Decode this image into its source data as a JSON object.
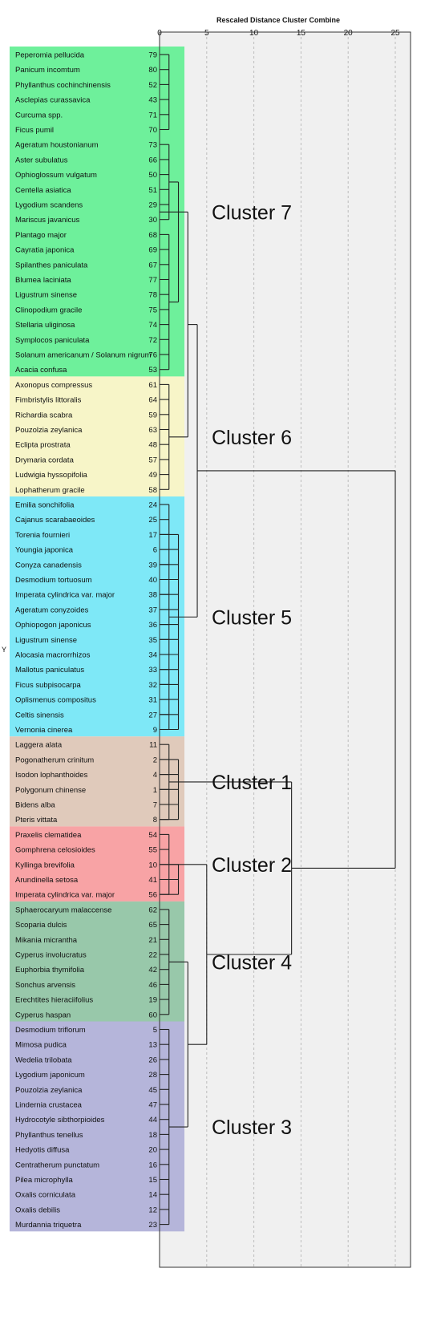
{
  "chart_data": {
    "type": "dendrogram",
    "title": "Rescaled Distance Cluster Combine",
    "y_axis_label": "Y",
    "xlim": [
      0,
      25
    ],
    "x_ticks": [
      0,
      5,
      10,
      15,
      20,
      25
    ],
    "grid": true,
    "leaves": [
      {
        "label": "Peperomia pellucida",
        "case": 79
      },
      {
        "label": "Panicum incomtum",
        "case": 80
      },
      {
        "label": "Phyllanthus cochinchinensis",
        "case": 52
      },
      {
        "label": "Asclepias curassavica",
        "case": 43
      },
      {
        "label": "Curcuma spp.",
        "case": 71
      },
      {
        "label": "Ficus pumil",
        "case": 70
      },
      {
        "label": "Ageratum houstonianum",
        "case": 73
      },
      {
        "label": "Aster subulatus",
        "case": 66
      },
      {
        "label": "Ophioglossum vulgatum",
        "case": 50
      },
      {
        "label": "Centella asiatica",
        "case": 51
      },
      {
        "label": "Lygodium scandens",
        "case": 29
      },
      {
        "label": "Mariscus javanicus",
        "case": 30
      },
      {
        "label": "Plantago major",
        "case": 68
      },
      {
        "label": "Cayratia japonica",
        "case": 69
      },
      {
        "label": "Spilanthes paniculata",
        "case": 67
      },
      {
        "label": "Blumea laciniata",
        "case": 77
      },
      {
        "label": "Ligustrum sinense",
        "case": 78
      },
      {
        "label": "Clinopodium gracile",
        "case": 75
      },
      {
        "label": "Stellaria uliginosa",
        "case": 74
      },
      {
        "label": "Symplocos paniculata",
        "case": 72
      },
      {
        "label": "Solanum americanum  / Solanum nigrum",
        "case": 76
      },
      {
        "label": "Acacia confusa",
        "case": 53
      },
      {
        "label": "Axonopus compressus",
        "case": 61
      },
      {
        "label": "Fimbristylis littoralis",
        "case": 64
      },
      {
        "label": "Richardia scabra",
        "case": 59
      },
      {
        "label": "Pouzolzia zeylanica",
        "case": 63
      },
      {
        "label": "Eclipta prostrata",
        "case": 48
      },
      {
        "label": "Drymaria cordata",
        "case": 57
      },
      {
        "label": "Ludwigia hyssopifolia",
        "case": 49
      },
      {
        "label": "Lophatherum gracile",
        "case": 58
      },
      {
        "label": "Emilia sonchifolia",
        "case": 24
      },
      {
        "label": "Cajanus scarabaeoides",
        "case": 25
      },
      {
        "label": "Torenia fournieri",
        "case": 17
      },
      {
        "label": "Youngia japonica",
        "case": 6
      },
      {
        "label": "Conyza canadensis",
        "case": 39
      },
      {
        "label": "Desmodium tortuosum",
        "case": 40
      },
      {
        "label": "Imperata cylindrica var. major",
        "case": 38
      },
      {
        "label": "Ageratum conyzoides",
        "case": 37
      },
      {
        "label": "Ophiopogon japonicus",
        "case": 36
      },
      {
        "label": "Ligustrum sinense",
        "case": 35
      },
      {
        "label": "Alocasia macrorrhizos",
        "case": 34
      },
      {
        "label": "Mallotus paniculatus",
        "case": 33
      },
      {
        "label": "Ficus subpisocarpa",
        "case": 32
      },
      {
        "label": "Oplismenus compositus",
        "case": 31
      },
      {
        "label": "Celtis sinensis",
        "case": 27
      },
      {
        "label": "Vernonia cinerea",
        "case": 9
      },
      {
        "label": "Laggera alata",
        "case": 11
      },
      {
        "label": "Pogonatherum crinitum",
        "case": 2
      },
      {
        "label": "Isodon lophanthoides",
        "case": 4
      },
      {
        "label": "Polygonum chinense",
        "case": 1
      },
      {
        "label": "Bidens alba",
        "case": 7
      },
      {
        "label": "Pteris vittata",
        "case": 8
      },
      {
        "label": "Praxelis clematidea",
        "case": 54
      },
      {
        "label": "Gomphrena celosioides",
        "case": 55
      },
      {
        "label": "Kyllinga brevifolia",
        "case": 10
      },
      {
        "label": "Arundinella setosa",
        "case": 41
      },
      {
        "label": "Imperata cylindrica var. major",
        "case": 56
      },
      {
        "label": "Sphaerocaryum malaccense",
        "case": 62
      },
      {
        "label": "Scoparia dulcis",
        "case": 65
      },
      {
        "label": "Mikania micrantha",
        "case": 21
      },
      {
        "label": "Cyperus involucratus",
        "case": 22
      },
      {
        "label": "Euphorbia thymifolia",
        "case": 42
      },
      {
        "label": "Sonchus arvensis",
        "case": 46
      },
      {
        "label": "Erechtites hieraciifolius",
        "case": 19
      },
      {
        "label": "Cyperus haspan",
        "case": 60
      },
      {
        "label": "Desmodium triflorum",
        "case": 5
      },
      {
        "label": "Mimosa pudica",
        "case": 13
      },
      {
        "label": "Wedelia trilobata",
        "case": 26
      },
      {
        "label": "Lygodium japonicum",
        "case": 28
      },
      {
        "label": "Pouzolzia zeylanica",
        "case": 45
      },
      {
        "label": "Lindernia crustacea",
        "case": 47
      },
      {
        "label": "Hydrocotyle sibthorpioides",
        "case": 44
      },
      {
        "label": "Phyllanthus tenellus",
        "case": 18
      },
      {
        "label": "Hedyotis diffusa",
        "case": 20
      },
      {
        "label": "Centratherum punctatum",
        "case": 16
      },
      {
        "label": "Pilea microphylla",
        "case": 15
      },
      {
        "label": "Oxalis corniculata",
        "case": 14
      },
      {
        "label": "Oxalis debilis",
        "case": 12
      },
      {
        "label": "Murdannia triquetra",
        "case": 23
      }
    ],
    "clusters": [
      {
        "name": "Cluster 7",
        "from": 0,
        "to": 21,
        "color": "#6ef09b"
      },
      {
        "name": "Cluster 6",
        "from": 22,
        "to": 29,
        "color": "#f7f5c8"
      },
      {
        "name": "Cluster 5",
        "from": 30,
        "to": 45,
        "color": "#7ee8f7"
      },
      {
        "name": "Cluster 1",
        "from": 46,
        "to": 51,
        "color": "#e0cabb"
      },
      {
        "name": "Cluster 2",
        "from": 52,
        "to": 56,
        "color": "#f8a3a5"
      },
      {
        "name": "Cluster 4",
        "from": 57,
        "to": 64,
        "color": "#98c8aa"
      },
      {
        "name": "Cluster 3",
        "from": 65,
        "to": 78,
        "color": "#b5b5da"
      }
    ],
    "merges": [
      {
        "height": 1,
        "children": [
          {
            "from": 0,
            "to": 5
          }
        ]
      },
      {
        "height": 1,
        "children": [
          {
            "from": 6,
            "to": 11
          }
        ]
      },
      {
        "height": 1,
        "children": [
          {
            "from": 12,
            "to": 21
          }
        ]
      },
      {
        "height": 2,
        "children": [
          {
            "from": 6,
            "to": 11
          },
          {
            "from": 12,
            "to": 21
          }
        ]
      },
      {
        "height": 1,
        "children": [
          {
            "from": 22,
            "to": 29
          }
        ]
      },
      {
        "height": 3,
        "children": [
          {
            "from": 0,
            "to": 21
          },
          {
            "from": 22,
            "to": 29
          }
        ]
      },
      {
        "height": 1,
        "children": [
          {
            "from": 30,
            "to": 45
          }
        ]
      },
      {
        "height": 2,
        "children": [
          {
            "from": 32,
            "to": 45
          }
        ]
      },
      {
        "height": 4,
        "children": [
          {
            "from": 0,
            "to": 29
          },
          {
            "from": 30,
            "to": 45
          }
        ]
      },
      {
        "height": 1,
        "children": [
          {
            "from": 46,
            "to": 51
          }
        ]
      },
      {
        "height": 2,
        "children": [
          {
            "from": 47,
            "to": 51
          }
        ]
      },
      {
        "height": 1,
        "children": [
          {
            "from": 52,
            "to": 56
          }
        ]
      },
      {
        "height": 2,
        "children": [
          {
            "from": 54,
            "to": 56
          }
        ]
      },
      {
        "height": 1,
        "children": [
          {
            "from": 57,
            "to": 64
          }
        ]
      },
      {
        "height": 1,
        "children": [
          {
            "from": 65,
            "to": 78
          }
        ]
      },
      {
        "height": 2,
        "children": [
          {
            "from": 65,
            "to": 78
          }
        ]
      },
      {
        "height": 3,
        "children": [
          {
            "from": 57,
            "to": 64
          },
          {
            "from": 65,
            "to": 78
          }
        ]
      },
      {
        "height": 5,
        "children": [
          {
            "from": 52,
            "to": 56
          },
          {
            "from": 57,
            "to": 78
          }
        ]
      },
      {
        "height": 14,
        "children": [
          {
            "from": 46,
            "to": 51
          },
          {
            "from": 52,
            "to": 78
          }
        ]
      },
      {
        "height": 25,
        "children": [
          {
            "from": 0,
            "to": 45
          },
          {
            "from": 46,
            "to": 78
          }
        ]
      }
    ]
  }
}
